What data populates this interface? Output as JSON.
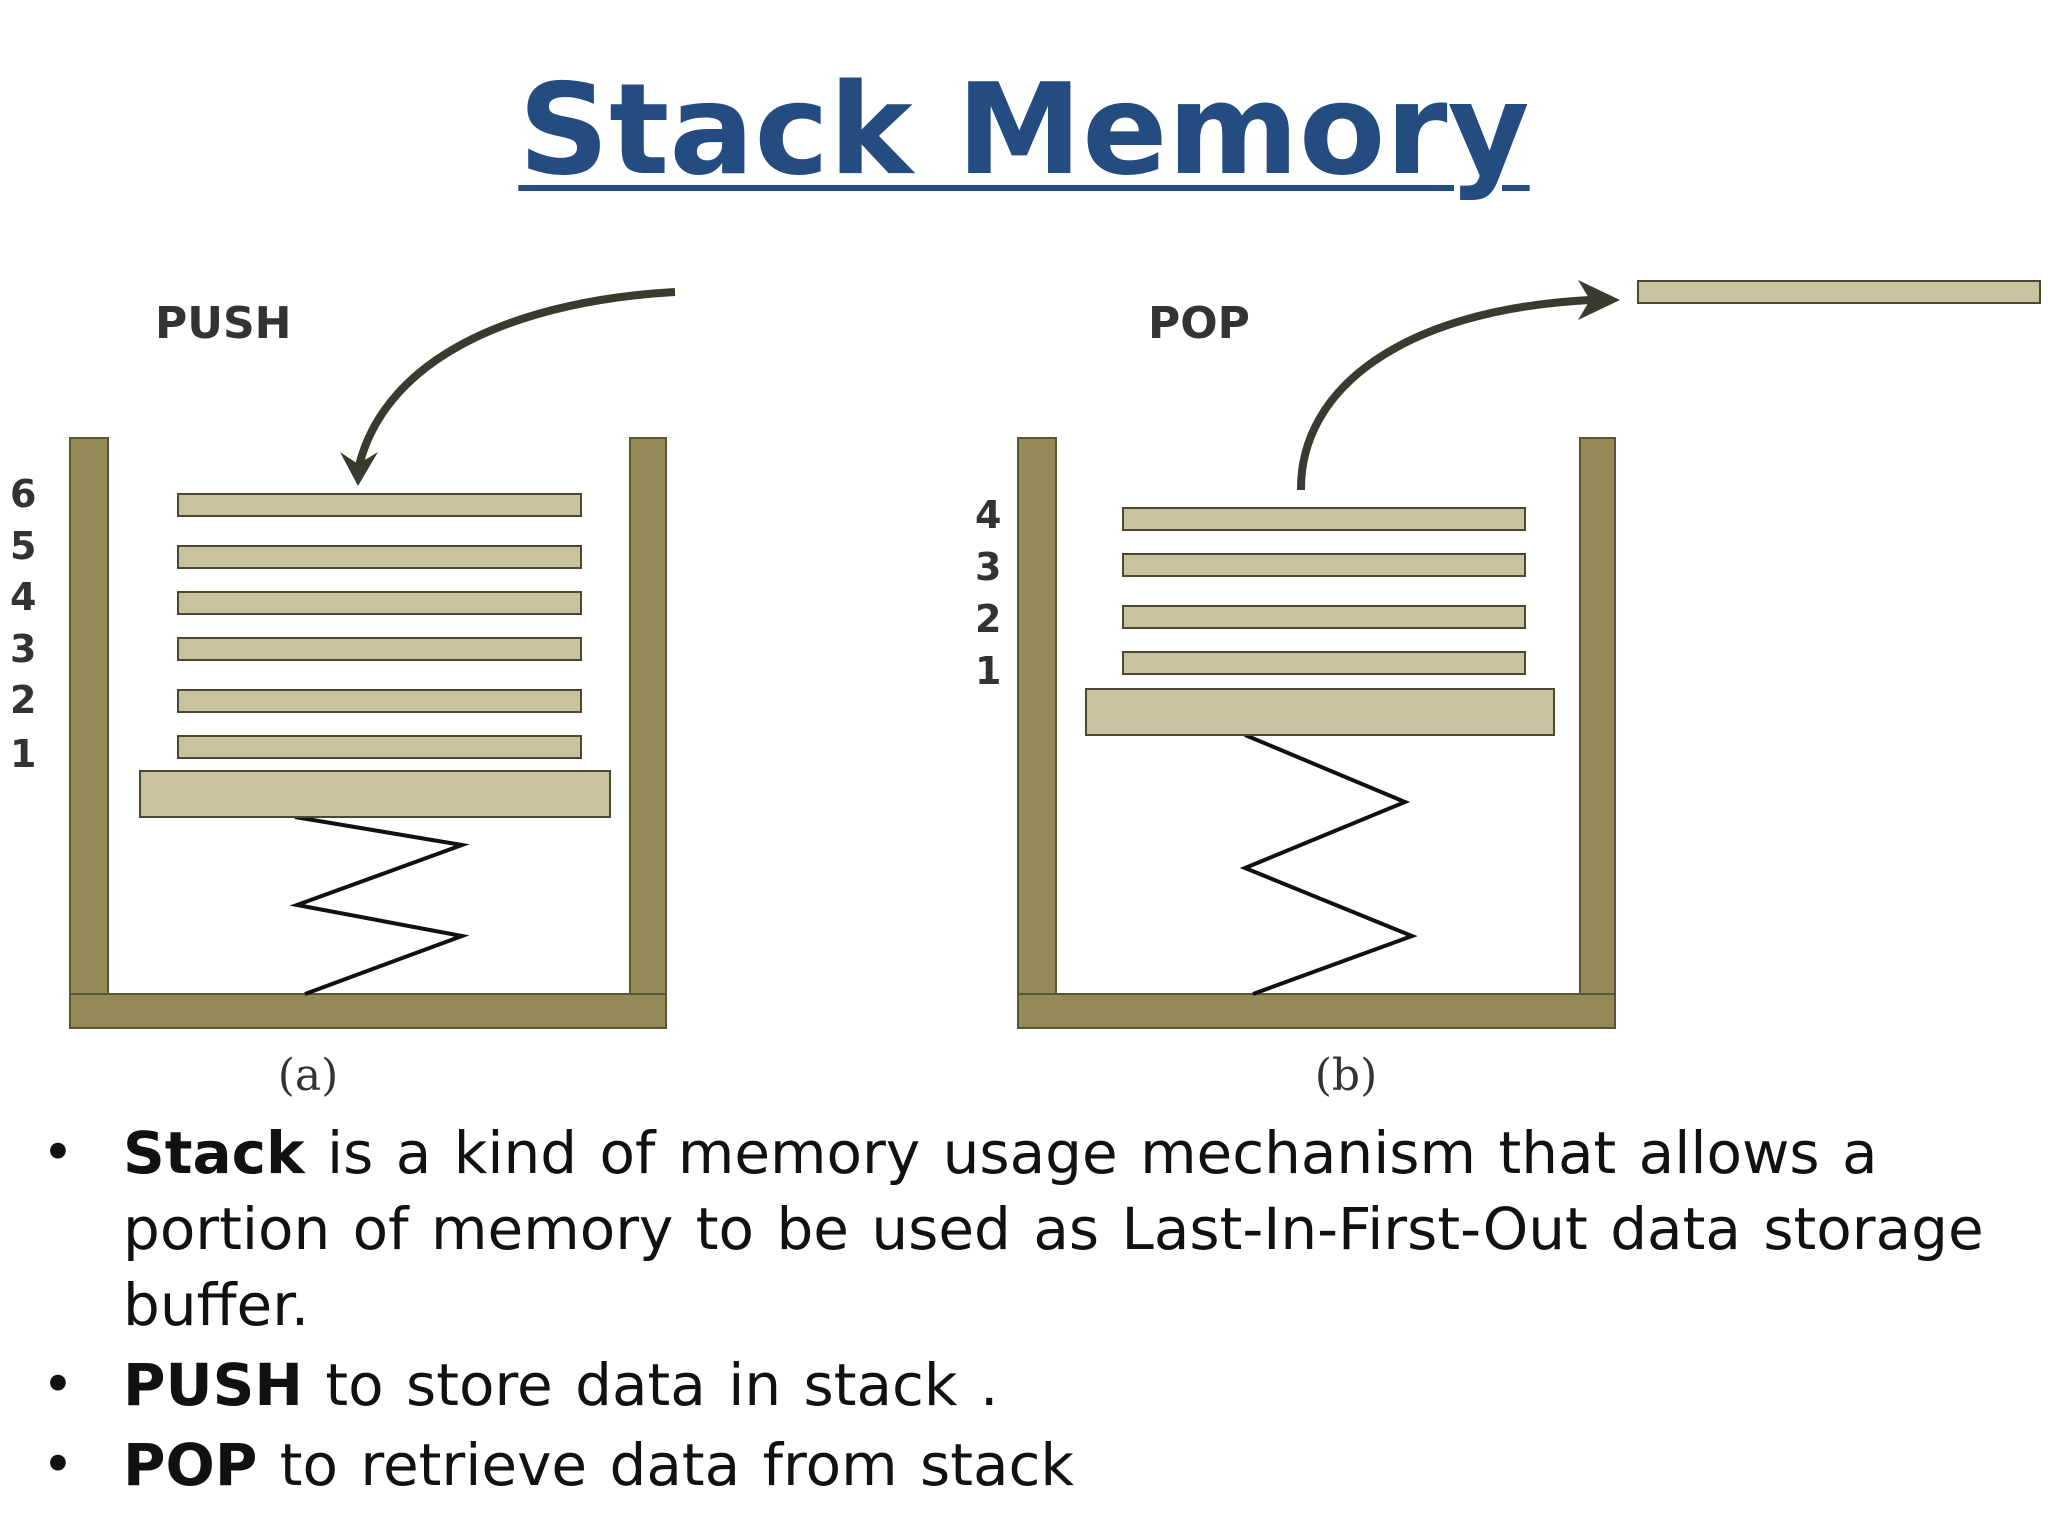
{
  "title": "Stack Memory",
  "diagram": {
    "colors": {
      "container": "#938a57",
      "plate": "#c9c39d",
      "plate_border": "#4a4832",
      "arrow": "#3a3a30",
      "spring": "#111111",
      "label": "#333333"
    },
    "push": {
      "heading": "PUSH",
      "caption": "(a)",
      "levels": [
        "6",
        "5",
        "4",
        "3",
        "2",
        "1"
      ]
    },
    "pop": {
      "heading": "POP",
      "caption": "(b)",
      "levels": [
        "4",
        "3",
        "2",
        "1"
      ]
    }
  },
  "bullets": [
    {
      "keyword": "Stack",
      "text": " is a kind of memory usage mechanism that allows a portion of memory to be used as Last-In-First-Out data storage buffer."
    },
    {
      "keyword": "PUSH",
      "text": " to store data in stack ."
    },
    {
      "keyword": "POP",
      "text": " to retrieve data from stack"
    }
  ]
}
